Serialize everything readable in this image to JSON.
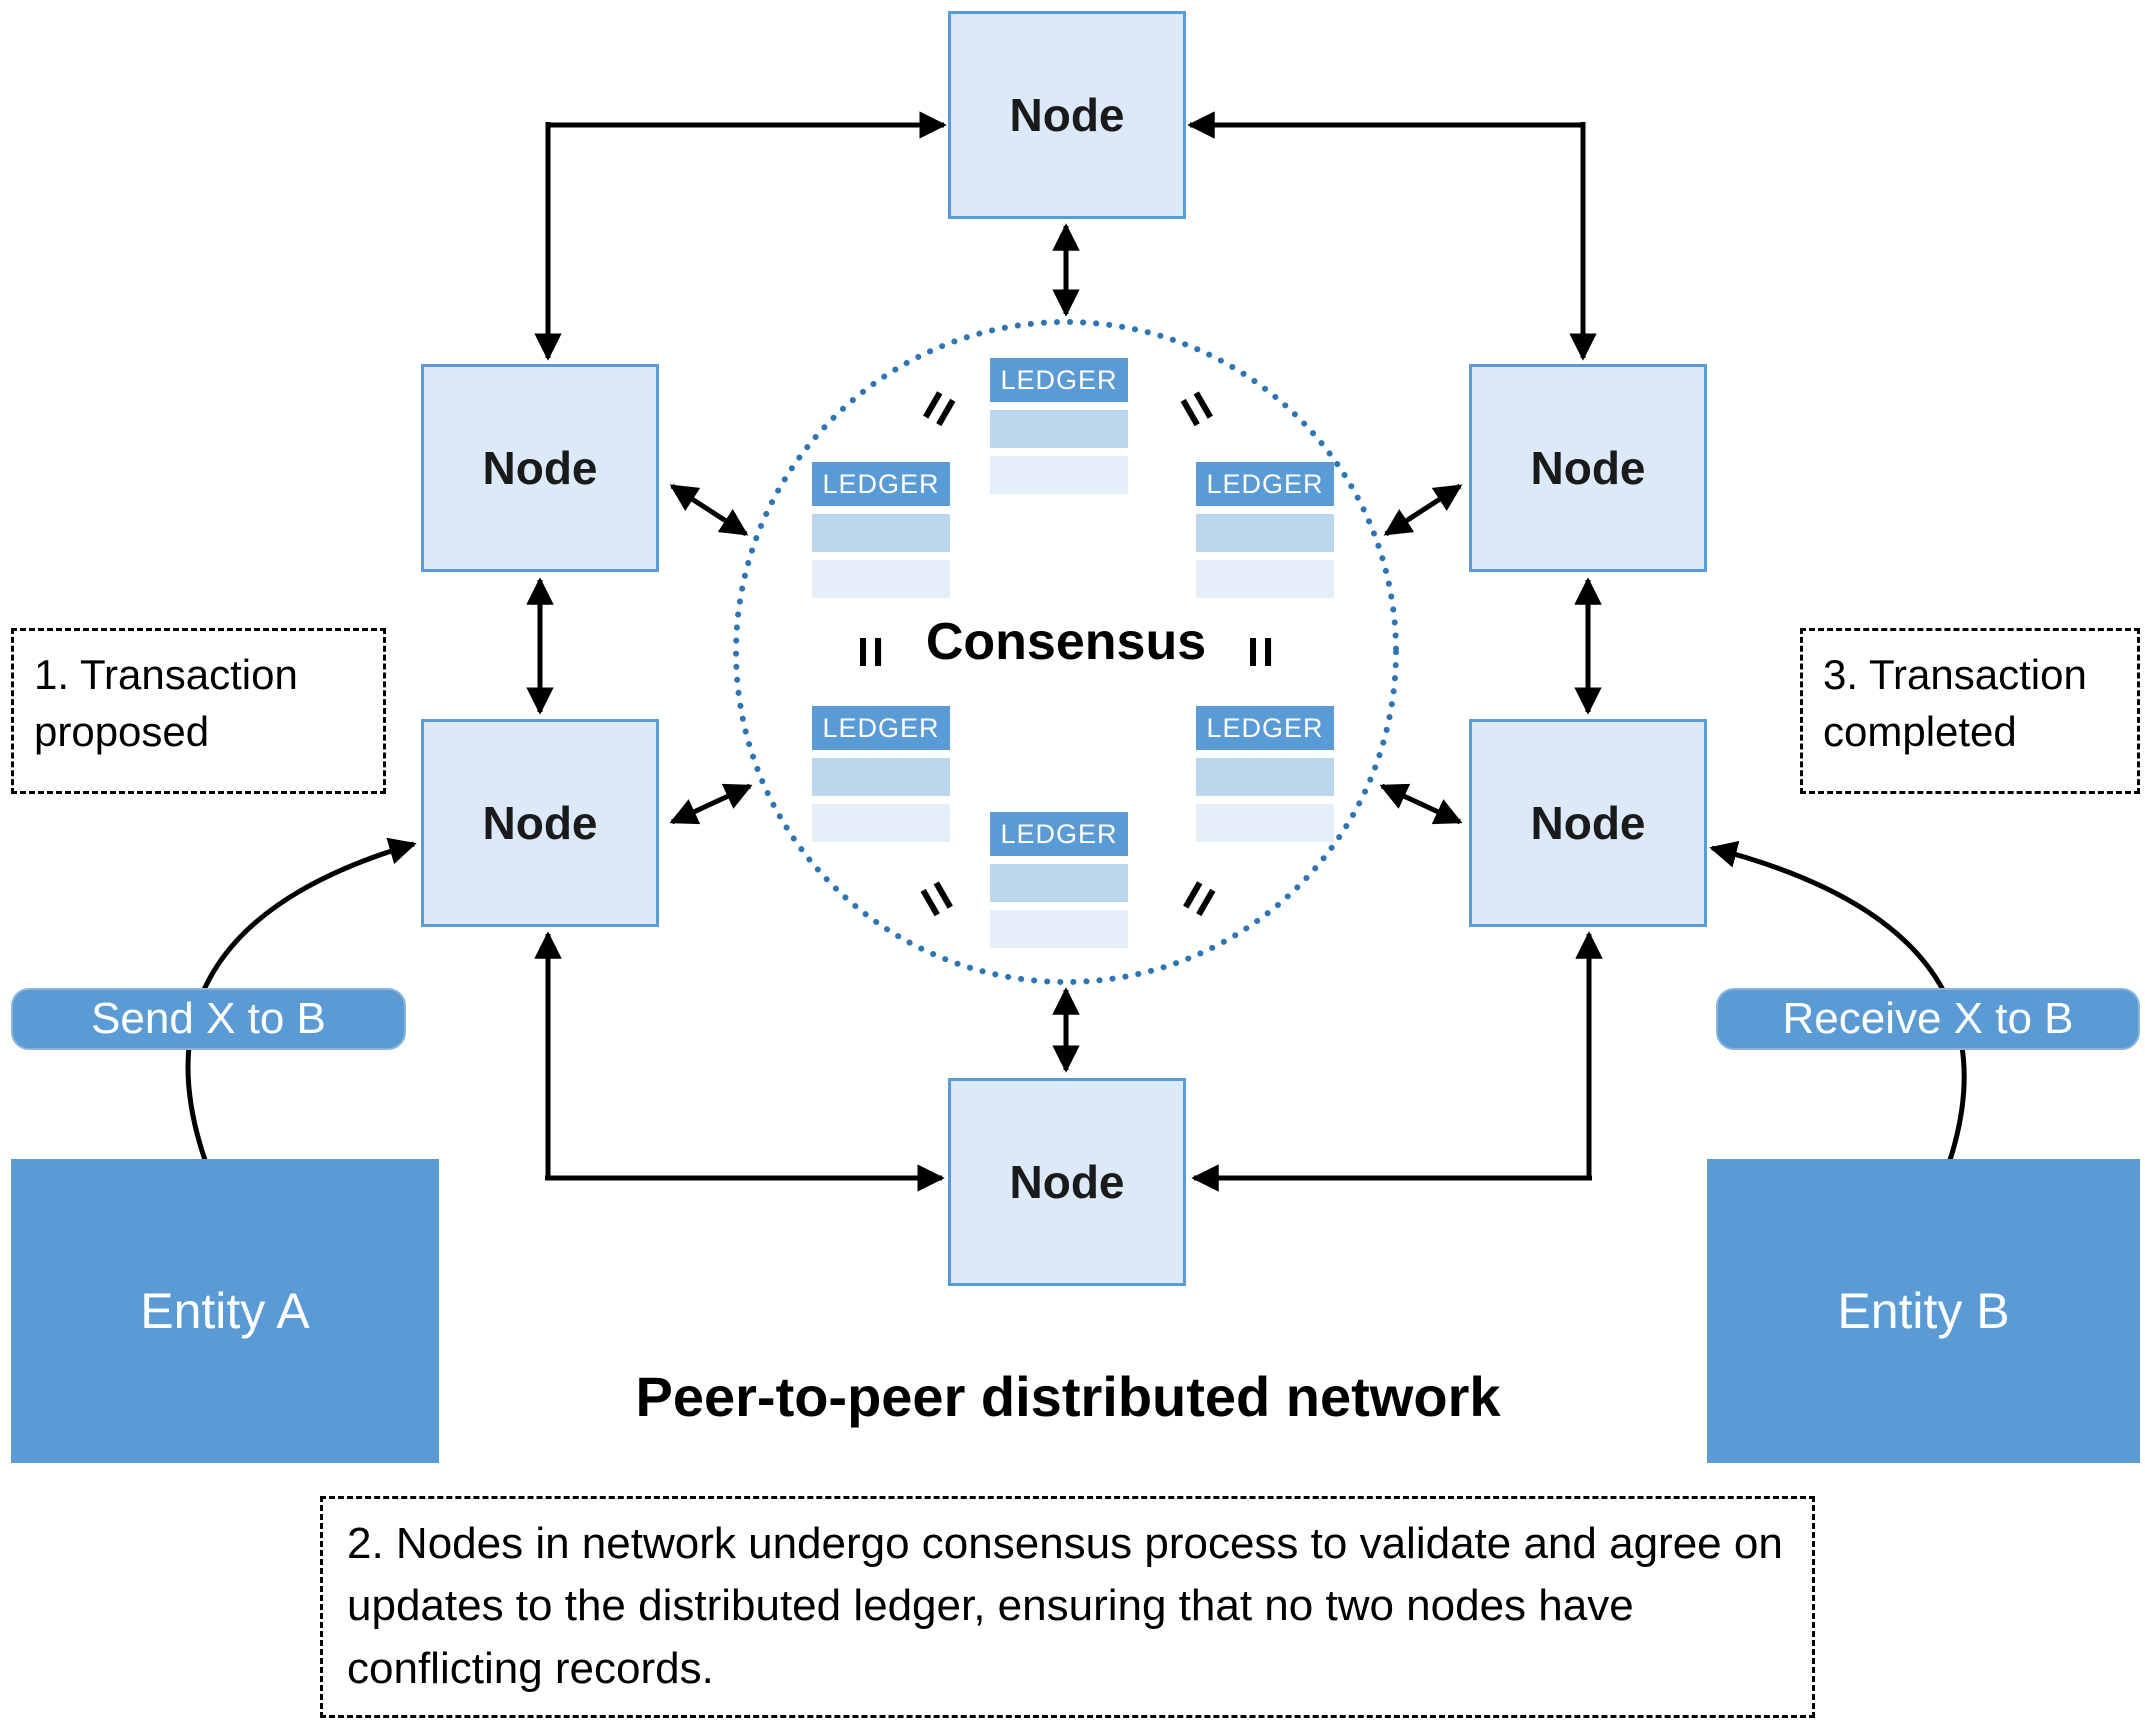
{
  "title": "Peer-to-peer distributed network",
  "node_label": "Node",
  "consensus_label": "Consensus",
  "ledger_label": "LEDGER",
  "equals_glyph": "=",
  "steps": {
    "step1": "1. Transaction proposed",
    "step2": "2. Nodes in network undergo consensus process to validate and agree on updates to the distributed ledger, ensuring that no two nodes have conflicting records.",
    "step3": "3. Transaction completed"
  },
  "transactions": {
    "send_label": "Send X to B",
    "receive_label": "Receive X to B"
  },
  "entities": {
    "entity_a": "Entity A",
    "entity_b": "Entity B"
  },
  "colors": {
    "node_fill": "#dbe9f8",
    "node_border": "#5b9bd5",
    "accent_blue": "#5b9bd5",
    "ledger_row_dark": "#bcd6ee",
    "ledger_row_light": "#e4eef9",
    "dotted_circle_blue": "#2e75b6",
    "arrow_black": "#000000",
    "label_text_white": "#ffffff"
  }
}
